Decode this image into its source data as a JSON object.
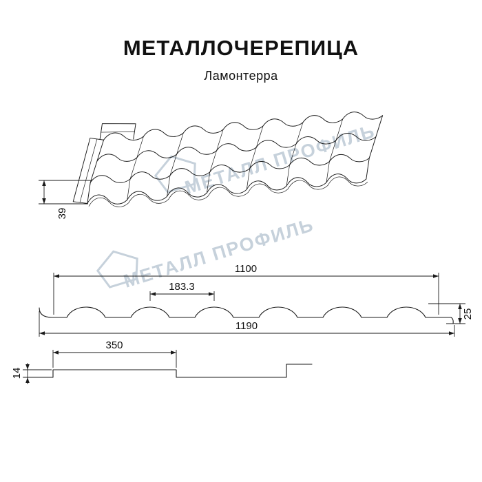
{
  "page": {
    "title": "МЕТАЛЛОЧЕРЕПИЦА",
    "subtitle": "Ламонтерра"
  },
  "watermark": {
    "brand": "МЕТАЛЛ ПРОФИЛЬ"
  },
  "dimensions": {
    "profile_height": "39",
    "cover_width": "1100",
    "wave_pitch": "183.3",
    "wave_height": "25",
    "full_width": "1190",
    "module_length": "350",
    "step_height": "14"
  },
  "colors": {
    "line": "#1a1a1a",
    "watermark": "#c6d1db",
    "background": "#ffffff"
  }
}
